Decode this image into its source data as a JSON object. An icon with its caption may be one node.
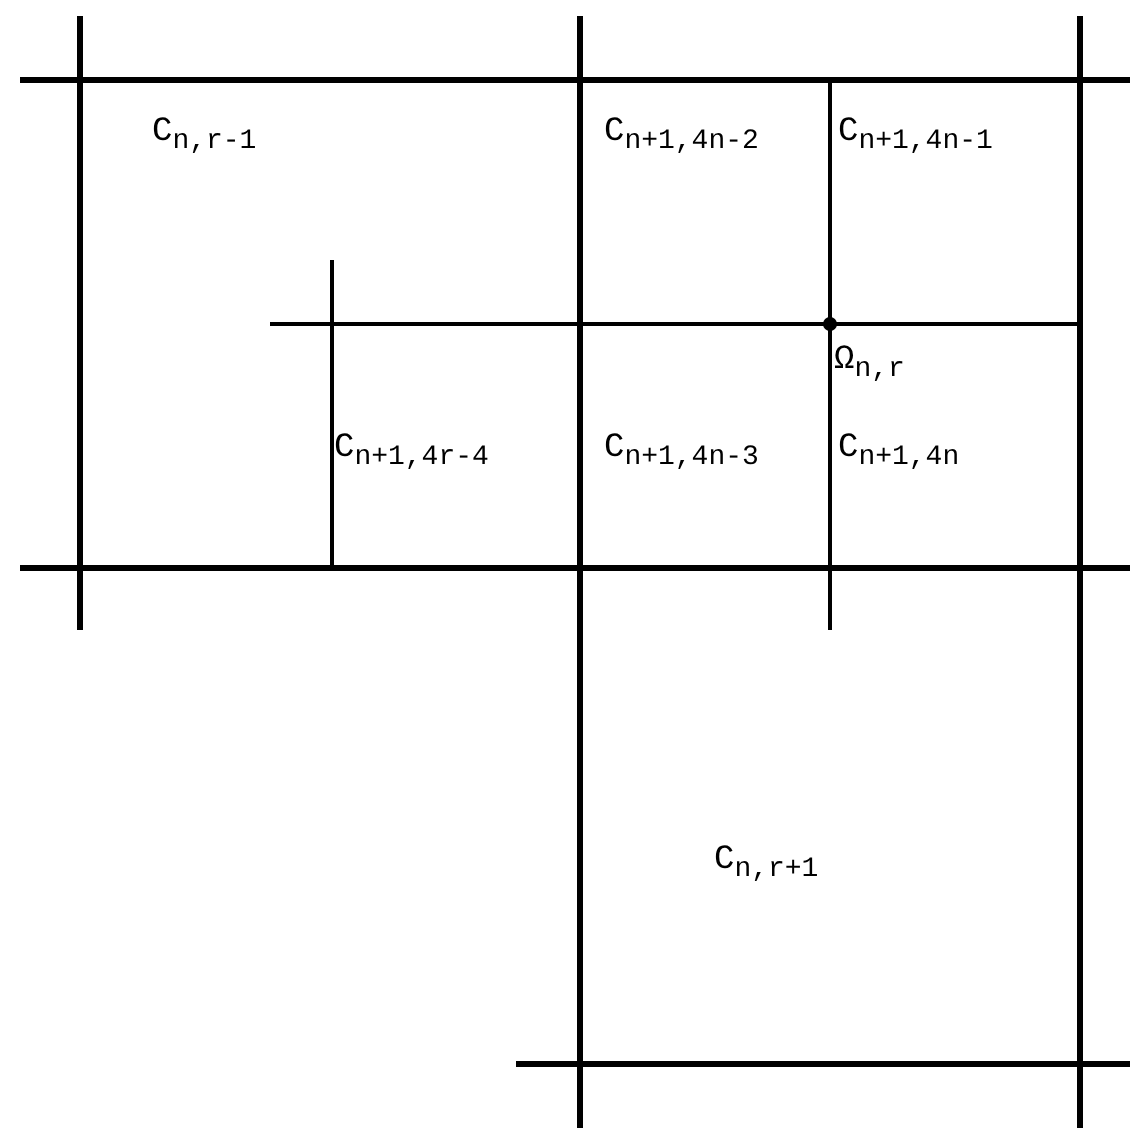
{
  "diagram": {
    "labels": [
      "C$_{n,r-1}$",
      "C$_{n+1,4n-2}$",
      "C$_{n+1,4n-1}$",
      "Ω$_{n,r}$",
      "C$_{n+1,4r-4}$",
      "C$_{n+1,4n-3}$",
      "C$_{n+1,4n}$",
      "C$_{n,r+1}$"
    ]
  }
}
